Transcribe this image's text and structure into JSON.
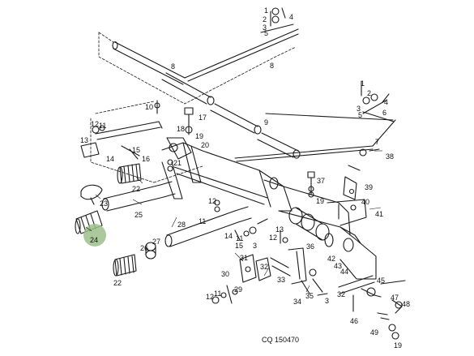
{
  "caption": "CQ 150470",
  "highlight_color": "#9dc08b",
  "part_labels": [
    {
      "id": "1",
      "text": "1"
    },
    {
      "id": "2",
      "text": "2"
    },
    {
      "id": "3",
      "text": "3"
    },
    {
      "id": "4",
      "text": "4"
    },
    {
      "id": "5",
      "text": "5"
    },
    {
      "id": "6",
      "text": "6"
    },
    {
      "id": "7",
      "text": "7"
    },
    {
      "id": "8",
      "text": "8"
    },
    {
      "id": "9",
      "text": "9"
    },
    {
      "id": "10",
      "text": "10"
    },
    {
      "id": "11",
      "text": "11"
    },
    {
      "id": "12",
      "text": "12"
    },
    {
      "id": "13",
      "text": "13"
    },
    {
      "id": "14",
      "text": "14"
    },
    {
      "id": "15",
      "text": "15"
    },
    {
      "id": "16",
      "text": "16"
    },
    {
      "id": "17",
      "text": "17"
    },
    {
      "id": "18",
      "text": "18"
    },
    {
      "id": "19",
      "text": "19"
    },
    {
      "id": "20",
      "text": "20"
    },
    {
      "id": "21",
      "text": "21"
    },
    {
      "id": "22",
      "text": "22"
    },
    {
      "id": "23",
      "text": "23"
    },
    {
      "id": "24",
      "text": "24"
    },
    {
      "id": "25",
      "text": "25"
    },
    {
      "id": "26",
      "text": "26"
    },
    {
      "id": "27",
      "text": "27"
    },
    {
      "id": "28",
      "text": "28"
    },
    {
      "id": "29",
      "text": "29"
    },
    {
      "id": "30",
      "text": "30"
    },
    {
      "id": "31",
      "text": "31"
    },
    {
      "id": "32",
      "text": "32"
    },
    {
      "id": "33",
      "text": "33"
    },
    {
      "id": "34",
      "text": "34"
    },
    {
      "id": "35",
      "text": "35"
    },
    {
      "id": "36",
      "text": "36"
    },
    {
      "id": "37",
      "text": "37"
    },
    {
      "id": "38",
      "text": "38"
    },
    {
      "id": "39",
      "text": "39"
    },
    {
      "id": "40",
      "text": "40"
    },
    {
      "id": "41",
      "text": "41"
    },
    {
      "id": "42",
      "text": "42"
    },
    {
      "id": "43",
      "text": "43"
    },
    {
      "id": "44",
      "text": "44"
    },
    {
      "id": "45",
      "text": "45"
    },
    {
      "id": "46",
      "text": "46"
    },
    {
      "id": "47",
      "text": "47"
    },
    {
      "id": "48",
      "text": "48"
    },
    {
      "id": "49",
      "text": "49"
    }
  ]
}
